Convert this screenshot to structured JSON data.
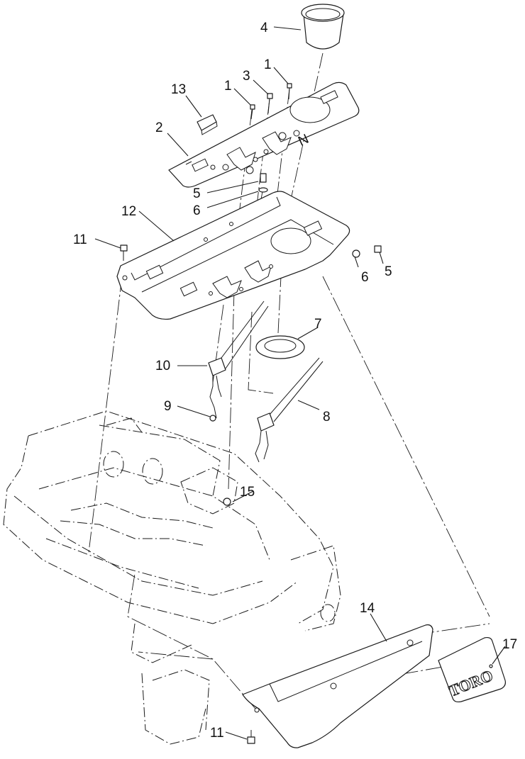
{
  "callouts": [
    {
      "id": "c4",
      "text": "4"
    },
    {
      "id": "c1a",
      "text": "1"
    },
    {
      "id": "c3",
      "text": "3"
    },
    {
      "id": "c1b",
      "text": "1"
    },
    {
      "id": "c13",
      "text": "13"
    },
    {
      "id": "c2",
      "text": "2"
    },
    {
      "id": "c5a",
      "text": "5"
    },
    {
      "id": "c6a",
      "text": "6"
    },
    {
      "id": "c12",
      "text": "12"
    },
    {
      "id": "c11a",
      "text": "11"
    },
    {
      "id": "c6b",
      "text": "6"
    },
    {
      "id": "c5b",
      "text": "5"
    },
    {
      "id": "c7",
      "text": "7"
    },
    {
      "id": "c10",
      "text": "10"
    },
    {
      "id": "c9",
      "text": "9"
    },
    {
      "id": "c8",
      "text": "8"
    },
    {
      "id": "c15",
      "text": "15"
    },
    {
      "id": "c14",
      "text": "14"
    },
    {
      "id": "c17",
      "text": "17"
    },
    {
      "id": "c11b",
      "text": "11"
    }
  ],
  "decal": {
    "text": "TORO"
  },
  "panel_markings": {
    "n_label": "N"
  }
}
